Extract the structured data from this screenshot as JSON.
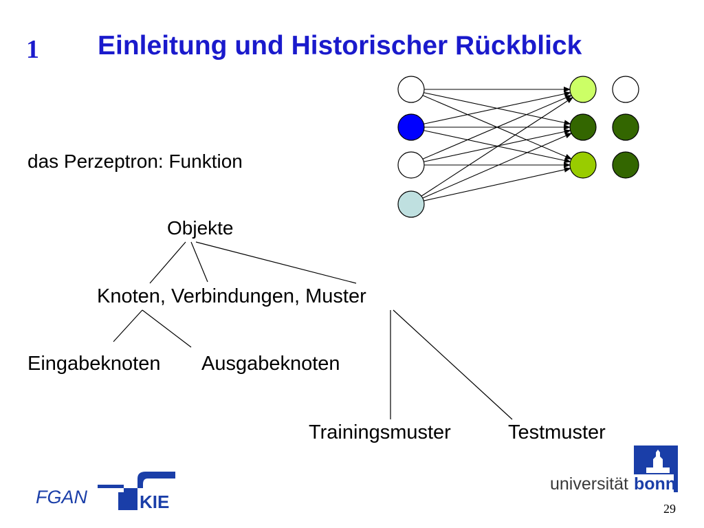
{
  "heading": {
    "number": "1",
    "title": "Einleitung und Historischer Rückblick"
  },
  "subtitle": "das Perzeptron: Funktion",
  "tree": {
    "root": "Objekte",
    "level1": "Knoten, Verbindungen, Muster",
    "node_types": [
      "Eingabeknoten",
      "Ausgabeknoten"
    ],
    "pattern_types": [
      "Trainingsmuster",
      "Testmuster"
    ]
  },
  "network": {
    "input_colors": [
      "#ffffff",
      "#0000ff",
      "#ffffff",
      "#bfe0e0"
    ],
    "output_colors": [
      "#ccff66",
      "#336600",
      "#99cc00"
    ],
    "target_colors": [
      "#ffffff",
      "#336600",
      "#336600"
    ]
  },
  "footer": {
    "fgan_text": "FGAN",
    "kie_text": "KIE",
    "university_text": "universität",
    "university_bold": "bonn",
    "page_number": "29"
  },
  "colors": {
    "title_blue": "#1a1acc",
    "logo_blue": "#1a3ea8"
  }
}
